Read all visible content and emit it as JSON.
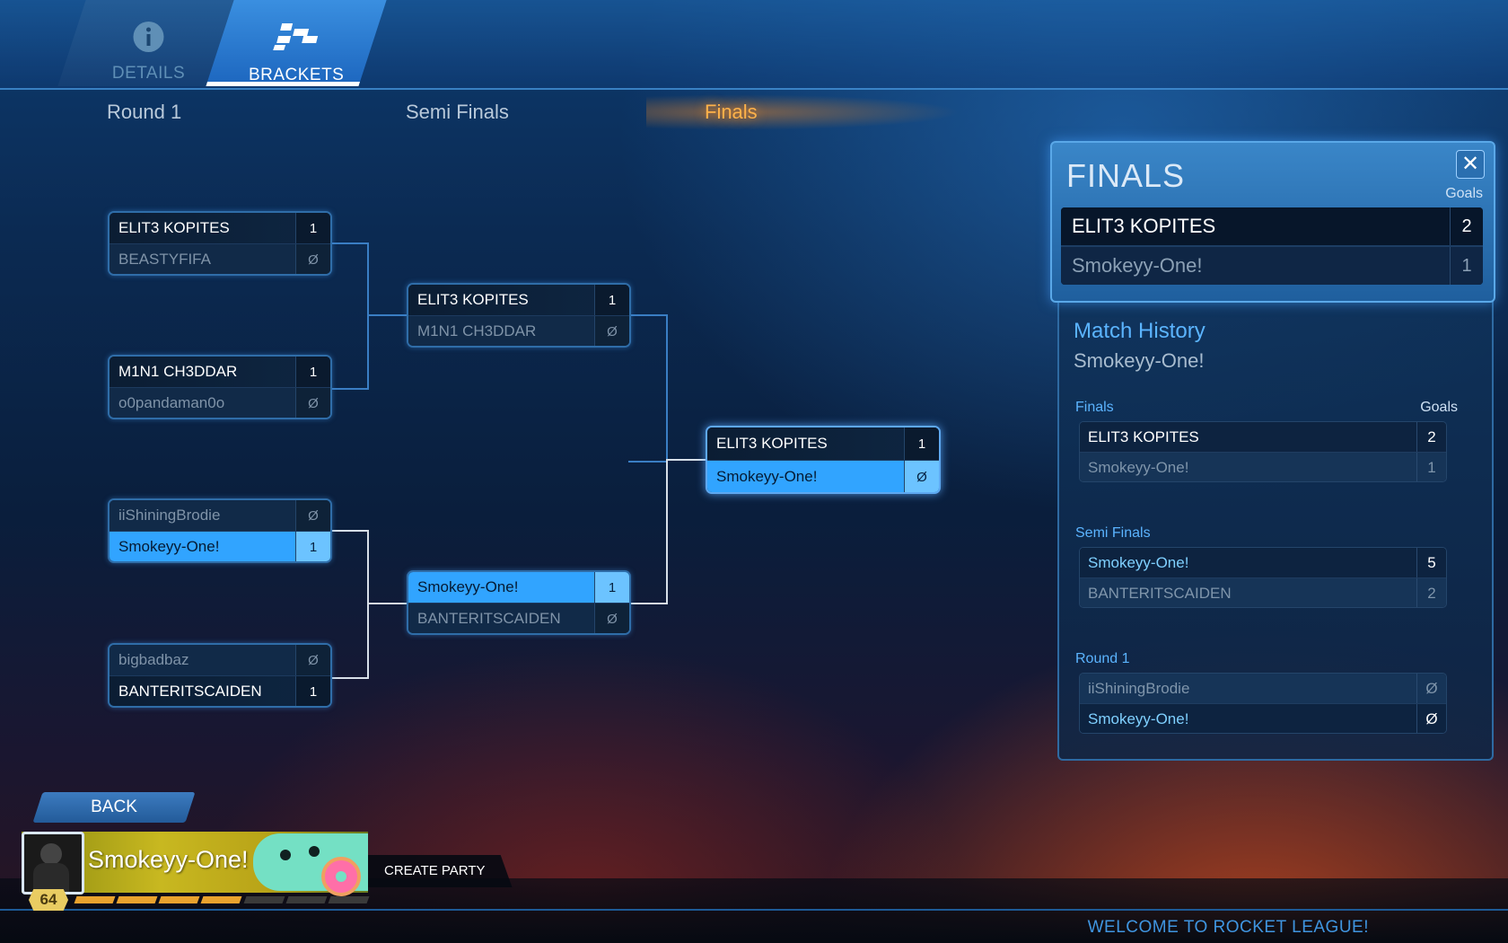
{
  "tabs": [
    {
      "label": "DETAILS",
      "icon": "info-icon",
      "active": false
    },
    {
      "label": "BRACKETS",
      "icon": "brackets-icon",
      "active": true
    }
  ],
  "rounds": [
    "Round 1",
    "Semi Finals",
    "Finals"
  ],
  "bracket": {
    "round1": [
      {
        "top": {
          "name": "ELIT3 KOPITES",
          "score": "1"
        },
        "bottom": {
          "name": "BEASTYFIFA",
          "score": "Ø"
        }
      },
      {
        "top": {
          "name": "M1N1 CH3DDAR",
          "score": "1"
        },
        "bottom": {
          "name": "o0pandaman0o",
          "score": "Ø"
        }
      },
      {
        "top": {
          "name": "iiShiningBrodie",
          "score": "Ø"
        },
        "bottom": {
          "name": "Smokeyy-One!",
          "score": "1"
        }
      },
      {
        "top": {
          "name": "bigbadbaz",
          "score": "Ø"
        },
        "bottom": {
          "name": "BANTERITSCAIDEN",
          "score": "1"
        }
      }
    ],
    "semis": [
      {
        "top": {
          "name": "ELIT3 KOPITES",
          "score": "1"
        },
        "bottom": {
          "name": "M1N1 CH3DDAR",
          "score": "Ø"
        }
      },
      {
        "top": {
          "name": "Smokeyy-One!",
          "score": "1"
        },
        "bottom": {
          "name": "BANTERITSCAIDEN",
          "score": "Ø"
        }
      }
    ],
    "final": {
      "top": {
        "name": "ELIT3 KOPITES",
        "score": "1"
      },
      "bottom": {
        "name": "Smokeyy-One!",
        "score": "Ø"
      }
    }
  },
  "panel": {
    "title": "FINALS",
    "goals_label": "Goals",
    "close_icon": "close-icon",
    "result": [
      {
        "name": "ELIT3 KOPITES",
        "score": "2"
      },
      {
        "name": "Smokeyy-One!",
        "score": "1"
      }
    ],
    "history_title": "Match History",
    "history_player": "Smokeyy-One!",
    "history": [
      {
        "round": "Finals",
        "goals_label": "Goals",
        "rows": [
          {
            "name": "ELIT3 KOPITES",
            "score": "2"
          },
          {
            "name": "Smokeyy-One!",
            "score": "1"
          }
        ]
      },
      {
        "round": "Semi Finals",
        "rows": [
          {
            "name": "Smokeyy-One!",
            "score": "5"
          },
          {
            "name": "BANTERITSCAIDEN",
            "score": "2"
          }
        ]
      },
      {
        "round": "Round 1",
        "rows": [
          {
            "name": "iiShiningBrodie",
            "score": "Ø"
          },
          {
            "name": "Smokeyy-One!",
            "score": "Ø"
          }
        ]
      }
    ]
  },
  "back_label": "BACK",
  "player": {
    "name": "Smokeyy-One!",
    "level": "64",
    "xp_fraction": 0.6
  },
  "create_party_label": "CREATE PARTY",
  "welcome_text": "WELCOME TO ROCKET LEAGUE!"
}
